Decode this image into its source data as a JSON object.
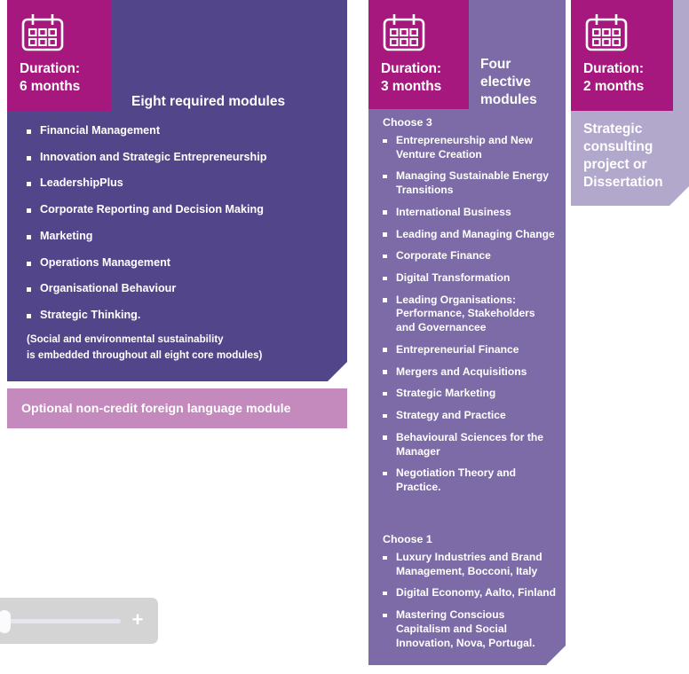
{
  "columns": {
    "required": {
      "duration_label": "Duration:",
      "duration_value": "6 months",
      "icon": "calendar-icon",
      "heading": "Eight required modules",
      "modules": [
        "Financial Management",
        "Innovation and Strategic Entrepreneurship",
        "LeadershipPlus",
        "Corporate Reporting and Decision Making",
        "Marketing",
        "Operations Management",
        "Organisational Behaviour",
        "Strategic Thinking."
      ],
      "note_line_1": "(Social and environmental sustainability",
      "note_line_2": "is embedded throughout all eight core modules)"
    },
    "elective": {
      "duration_label": "Duration:",
      "duration_value": "3 months",
      "icon": "calendar-icon",
      "heading": "Four elective modules",
      "choose_3_label": "Choose 3",
      "choose_3_modules": [
        "Entrepreneurship and New Venture Creation",
        "Managing Sustainable Energy Transitions",
        "International Business",
        "Leading and Managing Change",
        "Corporate Finance",
        "Digital Transformation",
        "Leading Organisations: Performance, Stakeholders and Governancee",
        "Entrepreneurial Finance",
        "Mergers and Acquisitions",
        "Strategic Marketing",
        "Strategy and Practice",
        "Behavioural Sciences for the Manager",
        "Negotiation Theory and Practice."
      ],
      "choose_1_label": "Choose 1",
      "choose_1_modules": [
        "Luxury Industries and Brand Management, Bocconi, Italy",
        "Digital Economy, Aalto, Finland",
        "Mastering Conscious Capitalism and Social Innovation, Nova, Portugal."
      ]
    },
    "project": {
      "duration_label": "Duration:",
      "duration_value": "2 months",
      "icon": "calendar-icon",
      "heading": "Strategic consulting project or Dissertation"
    }
  },
  "optional_bar": {
    "label": "Optional non-credit foreign language module"
  },
  "zoom_control": {
    "zoom_in_label": "+",
    "icon": "zoom-slider"
  },
  "colors": {
    "magenta": "#a6187e",
    "deep_purple": "#534589",
    "mid_purple": "#7c6ba6",
    "light_purple": "#b1a8cb",
    "pink_bar": "#c489bd",
    "text_white": "#ffffff"
  }
}
